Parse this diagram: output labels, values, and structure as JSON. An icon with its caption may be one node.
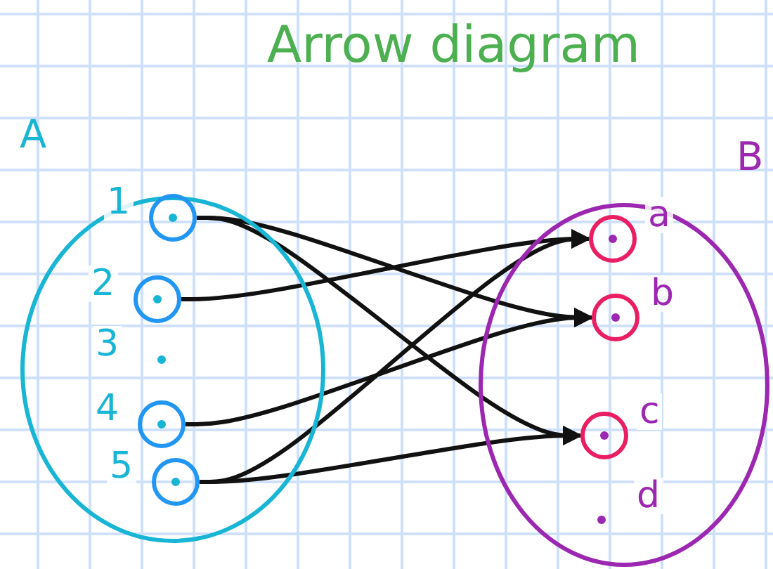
{
  "diagram": {
    "title": "Arrow diagram",
    "nodes": [
      {
        "text": [
          "A"
        ]
      },
      {
        "text": [
          "1"
        ],
        "in": 0
      },
      {
        "text": [
          "2"
        ],
        "in": 0
      },
      {
        "text": [
          "3"
        ],
        "in": 0
      },
      {
        "text": [
          "4"
        ],
        "in": 0
      },
      {
        "text": [
          "5"
        ],
        "in": 0
      },
      {
        "text": [
          "B"
        ]
      },
      {
        "text": [
          "a"
        ],
        "in": 6
      },
      {
        "text": [
          "b"
        ],
        "in": 6
      },
      {
        "text": [
          "c"
        ],
        "in": 6
      },
      {
        "text": [
          "d"
        ],
        "in": 6
      }
    ],
    "edges": [
      {
        "from": 1,
        "to": 8,
        "arrow": "to"
      },
      {
        "from": 1,
        "to": 9,
        "arrow": "to"
      },
      {
        "from": 2,
        "to": 7,
        "arrow": "to"
      },
      {
        "from": 4,
        "to": 8,
        "arrow": "to"
      },
      {
        "from": 5,
        "to": 7,
        "arrow": "to"
      },
      {
        "from": 5,
        "to": 9,
        "arrow": "to"
      }
    ]
  }
}
